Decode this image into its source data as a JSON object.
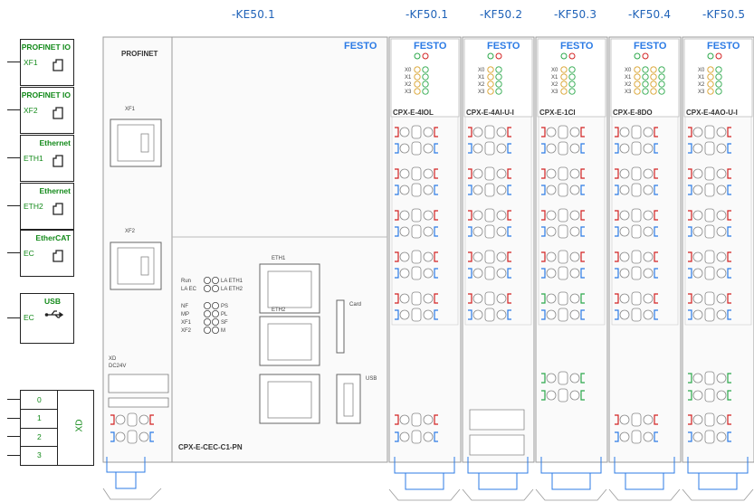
{
  "module_tags": [
    "-KE50.1",
    "-KF50.1",
    "-KF50.2",
    "-KF50.3",
    "-KF50.4",
    "-KF50.5"
  ],
  "interfaces": [
    {
      "name": "XF1",
      "type": "PROFINET IO"
    },
    {
      "name": "XF2",
      "type": "PROFINET IO"
    },
    {
      "name": "ETH1",
      "type": "Ethernet"
    },
    {
      "name": "ETH2",
      "type": "Ethernet"
    },
    {
      "name": "EC",
      "type": "EtherCAT"
    },
    {
      "name": "EC",
      "type": "USB"
    }
  ],
  "xd_block": {
    "label": "XD",
    "pins": [
      "0",
      "1",
      "2",
      "3"
    ]
  },
  "controller": {
    "profinet_label": "PROFINET",
    "xf1": "XF1",
    "xf2": "XF2",
    "xd_label": "XD",
    "xd_voltage": "DC24V",
    "eth1": "ETH1",
    "eth2": "ETH2",
    "ec": "EC",
    "card": "Card",
    "usb": "USB",
    "model": "CPX-E-CEC-C1-PN",
    "leds_left": [
      "Run",
      "LA EC",
      "NF",
      "MP",
      "XF1",
      "XF2"
    ],
    "leds_right": [
      "LA ETH1",
      "LA ETH2",
      "PS",
      "PL",
      "SF",
      "M"
    ],
    "brand": "FESTO"
  },
  "io_modules": [
    {
      "model": "CPX-E-4IOL",
      "brand": "FESTO",
      "x_labels": [
        "X0",
        "X1",
        "X2",
        "X3"
      ]
    },
    {
      "model": "CPX-E-4AI-U-I",
      "brand": "FESTO",
      "x_labels": [
        "X0",
        "X1",
        "X2",
        "X3"
      ]
    },
    {
      "model": "CPX-E-1CI",
      "brand": "FESTO",
      "x_labels": [
        "X0",
        "X1",
        "X2",
        "X3"
      ]
    },
    {
      "model": "CPX-E-8DO",
      "brand": "FESTO",
      "x_labels": [
        "X0",
        "X1",
        "X2",
        "X3"
      ]
    },
    {
      "model": "CPX-E-4AO-U-I",
      "brand": "FESTO",
      "x_labels": [
        "X0",
        "X1",
        "X2",
        "X3"
      ]
    }
  ],
  "colors": {
    "tag": "#1f62b8",
    "green": "#138a1a",
    "red": "#d22222",
    "blue": "#2c7be5",
    "terminal_green": "#2ba84a"
  }
}
